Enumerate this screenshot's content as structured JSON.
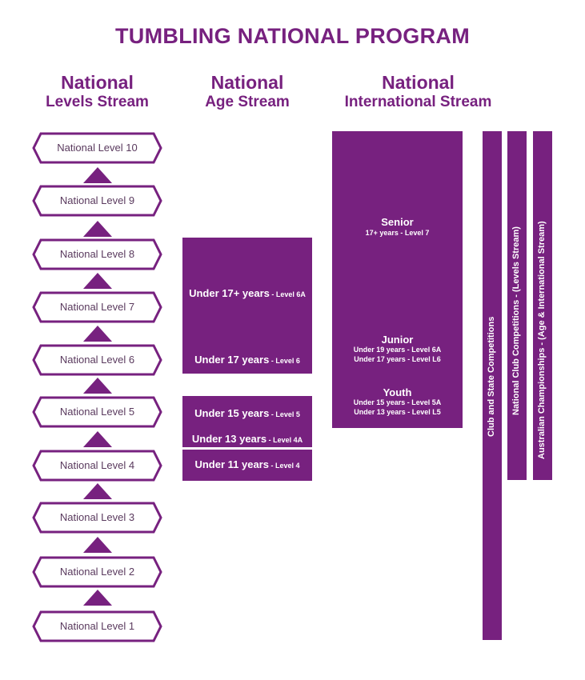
{
  "title": "TUMBLING NATIONAL PROGRAM",
  "headers": {
    "levels": [
      "National",
      "Levels Stream"
    ],
    "age": [
      "National",
      "Age Stream"
    ],
    "international": [
      "National",
      "International Stream"
    ]
  },
  "levels": [
    "National Level 10",
    "National Level 9",
    "National Level 8",
    "National Level 7",
    "National Level 6",
    "National Level 5",
    "National Level 4",
    "National Level 3",
    "National Level 2",
    "National Level 1"
  ],
  "age_stream": {
    "u17plus": {
      "main": "Under 17+ years",
      "level": " - Level 6A"
    },
    "u17": {
      "main": "Under 17 years",
      "level": " - Level 6"
    },
    "u15": {
      "main": "Under 15 years",
      "level": " - Level 5"
    },
    "u13": {
      "main": "Under 13 years",
      "level": " - Level 4A"
    },
    "u11": {
      "main": "Under 11 years",
      "level": " - Level 4"
    }
  },
  "international_stream": {
    "senior_title": "Senior",
    "senior_line": "17+ years - Level 7",
    "junior_title": "Junior",
    "junior_lines": [
      "Under 19 years - Level 6A",
      "Under 17 years - Level L6"
    ],
    "youth_title": "Youth",
    "youth_lines": [
      "Under 15 years - Level 5A",
      "Under 13 years - Level L5"
    ]
  },
  "competitions": [
    "Club and State Competitions",
    "National Club Competitions - (Levels Stream)",
    "Australian Championships - (Age & International Stream)"
  ],
  "colors": {
    "primary": "#77217f",
    "text_dark": "#5a3a5e"
  }
}
